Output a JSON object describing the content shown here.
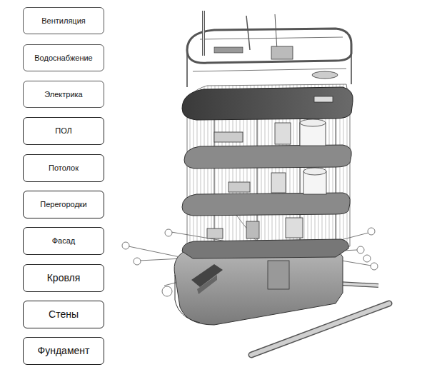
{
  "diagram": {
    "nodes": [
      {
        "text": [
          "Вентиляция"
        ]
      },
      {
        "text": [
          "Водоснабжение"
        ]
      },
      {
        "text": [
          "Электрика"
        ]
      },
      {
        "text": [
          "ПОЛ"
        ]
      },
      {
        "text": [
          "Потолок"
        ]
      },
      {
        "text": [
          "Перегородки"
        ]
      },
      {
        "text": [
          "Фасад"
        ]
      },
      {
        "text": [
          "Кровля"
        ]
      },
      {
        "text": [
          "Стены"
        ]
      },
      {
        "text": [
          "Фундамент"
        ]
      }
    ]
  }
}
